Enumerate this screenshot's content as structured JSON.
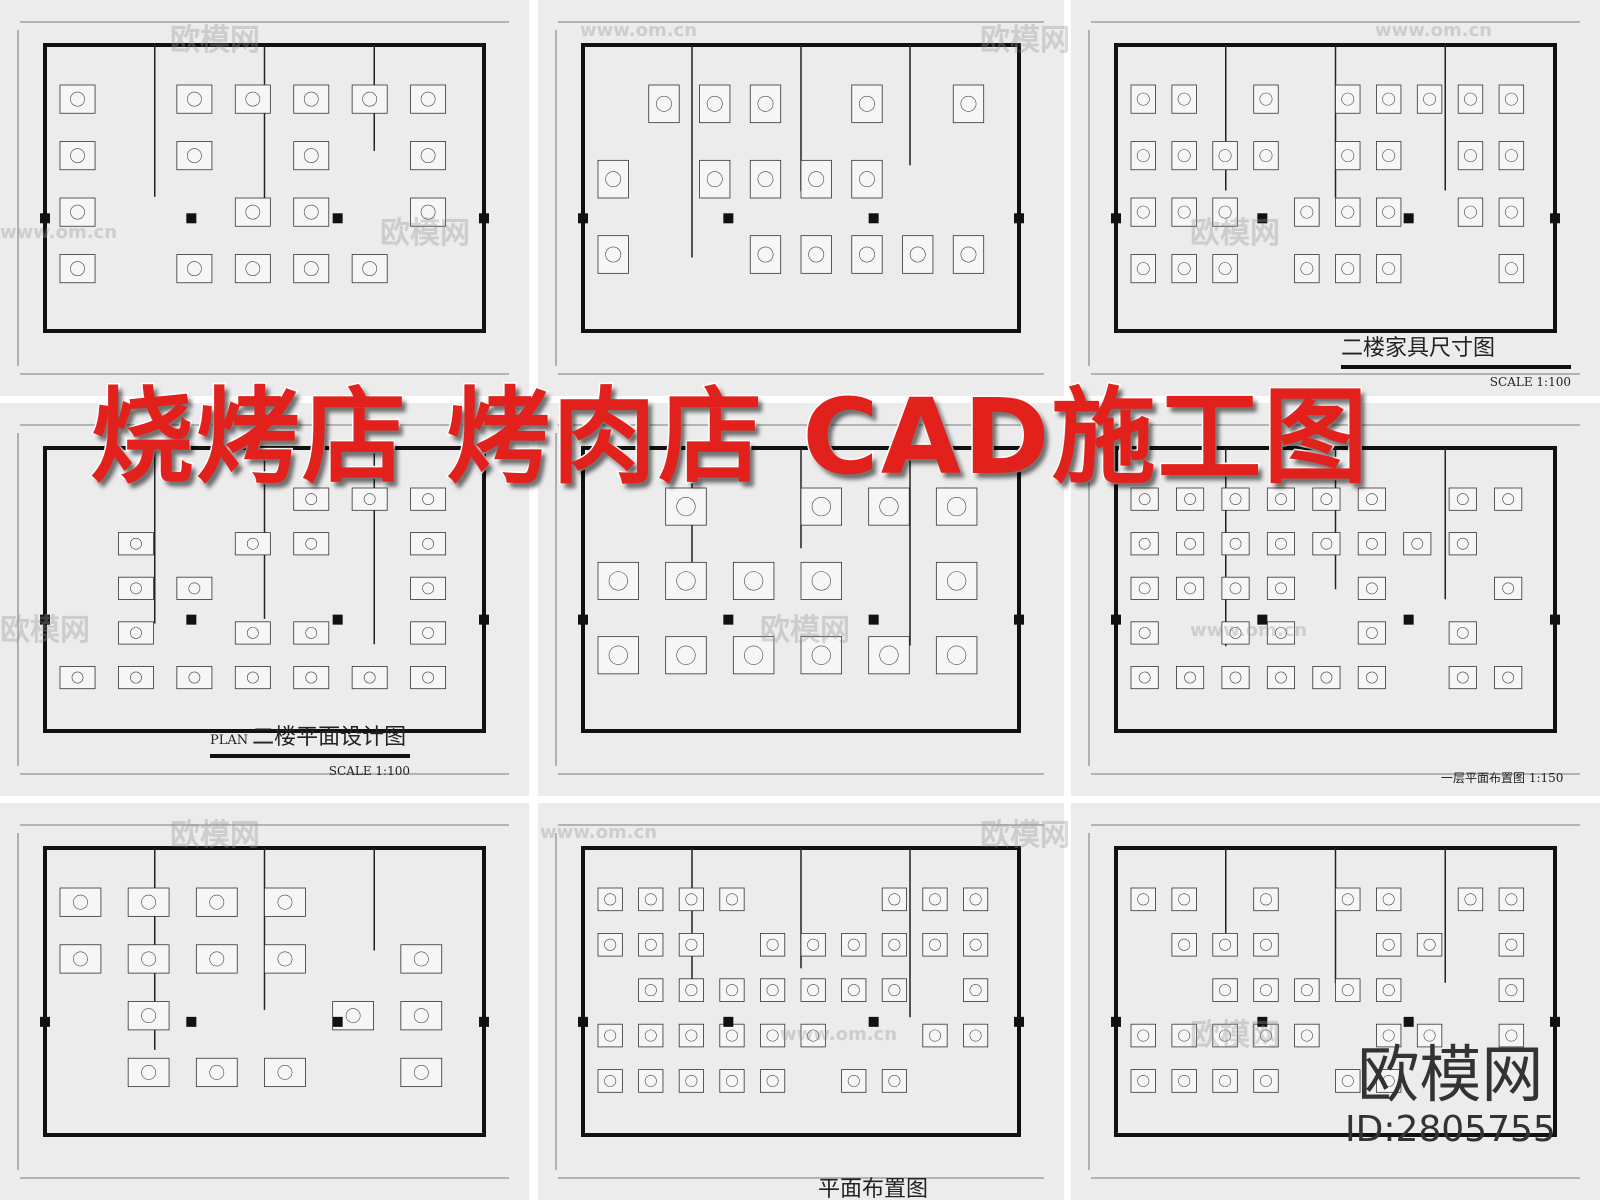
{
  "title": "烧烤店 烤肉店 CAD施工图",
  "watermark": {
    "brand": "欧模网",
    "url": "www.om.cn"
  },
  "logo": {
    "brand": "欧模网",
    "id_text": "ID:2805755"
  },
  "panels": [
    {
      "caption": "",
      "scale": ""
    },
    {
      "caption": "",
      "scale": ""
    },
    {
      "caption": "二楼家具尺寸图",
      "scale": "SCALE 1:100"
    },
    {
      "plan": "PLAN",
      "caption": "二楼平面设计图",
      "scale": "SCALE 1:100"
    },
    {
      "caption": "",
      "scale": ""
    },
    {
      "caption": "一层平面布置图",
      "scale": "1:150"
    },
    {
      "caption": "",
      "scale": ""
    },
    {
      "caption": "平面布置图",
      "scale": ""
    },
    {
      "caption": "",
      "scale": ""
    }
  ],
  "colors": {
    "title": "#e3211c",
    "paper": "#ececec",
    "lines": "#222222"
  }
}
